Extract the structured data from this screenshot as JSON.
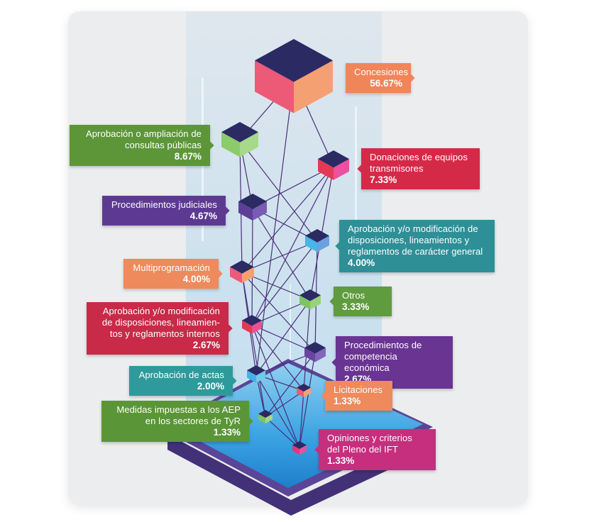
{
  "categories": [
    {
      "id": "concesiones",
      "name": "Concesiones",
      "pct": "56.67%",
      "color": "#f0855a"
    },
    {
      "id": "consultas",
      "name": "Aprobación o ampliación de consultas públicas",
      "pct": "8.67%",
      "color": "#5c9639"
    },
    {
      "id": "donaciones",
      "name": "Donaciones de equipos transmisores",
      "pct": "7.33%",
      "color": "#d42a48"
    },
    {
      "id": "judiciales",
      "name": "Procedimientos judiciales",
      "pct": "4.67%",
      "color": "#5d3a92"
    },
    {
      "id": "disp-general",
      "name": "Aprobación y/o modificación de disposiciones, lineamientos y reglamentos de carácter general",
      "pct": "4.00%",
      "color": "#2f8f97"
    },
    {
      "id": "multiprog",
      "name": "Multiprogramación",
      "pct": "4.00%",
      "color": "#ee8a5c"
    },
    {
      "id": "otros",
      "name": "Otros",
      "pct": "3.33%",
      "color": "#5f9b3f"
    },
    {
      "id": "disp-internos",
      "name": "Aprobación y/o modificación de disposiciones, lineamien-tos y reglamentos internos",
      "pct": "2.67%",
      "color": "#c92a48"
    },
    {
      "id": "competencia",
      "name": "Procedimientos de competencia económica",
      "pct": "2.67%",
      "color": "#6a3493"
    },
    {
      "id": "actas",
      "name": "Aprobación de actas",
      "pct": "2.00%",
      "color": "#2e9a9b"
    },
    {
      "id": "licitaciones",
      "name": "Licitaciones",
      "pct": "1.33%",
      "color": "#ee8a5c"
    },
    {
      "id": "aep",
      "name": "Medidas impuestas a los AEP en los sectores de TyR",
      "pct": "1.33%",
      "color": "#5a9538"
    },
    {
      "id": "pleno",
      "name": "Opiniones y criterios del Pleno del IFT",
      "pct": "1.33%",
      "color": "#c62e7e"
    }
  ]
}
